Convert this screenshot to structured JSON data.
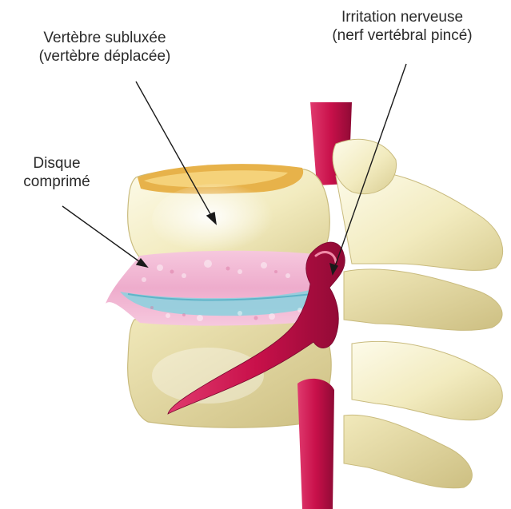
{
  "labels": {
    "subluxed_vertebra": {
      "line1": "Vertèbre subluxée",
      "line2": "(vertèbre déplacée)"
    },
    "compressed_disc": {
      "line1": "Disque",
      "line2": "comprimé"
    },
    "nerve_irritation": {
      "line1": "Irritation nerveuse",
      "line2": "(nerf vertébral pincé)"
    }
  },
  "colors": {
    "bone": "#f2ebbf",
    "bone_shade": "#ddd29a",
    "bone_highlight": "#fdfbea",
    "disc_pink": "#f2b8d6",
    "disc_core": "#7cc6d6",
    "nerve": "#c8104a",
    "nerve_dark": "#8f0a35",
    "pointer": "#1a1a1a",
    "text": "#2a2a2a"
  }
}
